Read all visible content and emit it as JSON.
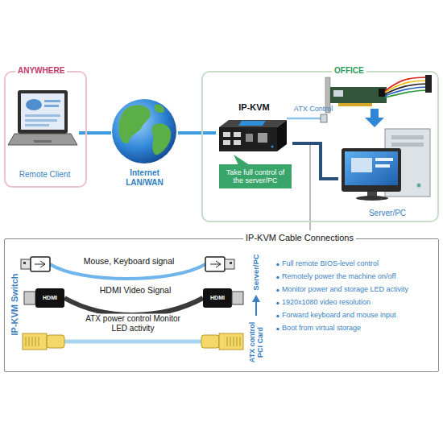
{
  "diagram": {
    "nodes": [
      {
        "text": [
          "ANYWHERE"
        ]
      },
      {
        "text": [
          "Remote Client"
        ],
        "in": 0
      },
      {
        "text": [
          "Internet LAN/WAN"
        ]
      },
      {
        "text": [
          "OFFICE"
        ]
      },
      {
        "text": [
          "IP-KVM"
        ],
        "in": 3
      },
      {
        "text": [
          "Take full control of the server/PC"
        ],
        "in": 3
      },
      {
        "text": [
          "Server/PC"
        ],
        "in": 3
      },
      {
        "text": [
          "IP-KVM Cable Connections"
        ]
      }
    ],
    "edges": [
      {
        "from": 1,
        "to": 2,
        "arrow": "none"
      },
      {
        "from": 2,
        "to": 4,
        "arrow": "none"
      },
      {
        "from": 4,
        "to": 6,
        "arrow": "none"
      }
    ],
    "labels": [
      "ATX Control",
      "IP-KVM Switch",
      "Mouse, Keyboard signal",
      "HDMI",
      "HDMI",
      "HDMI Video Signal",
      "ATX power control Monitor LED activity",
      "Server/PC",
      "ATX control PCI Card",
      "Full remote BIOS-level control",
      "Remotely power the machine on/off",
      "Monitor power and storage LED activity",
      "1920x1080 video resolution",
      "Forward keyboard and mouse input",
      "Boot from virtual storage"
    ]
  }
}
